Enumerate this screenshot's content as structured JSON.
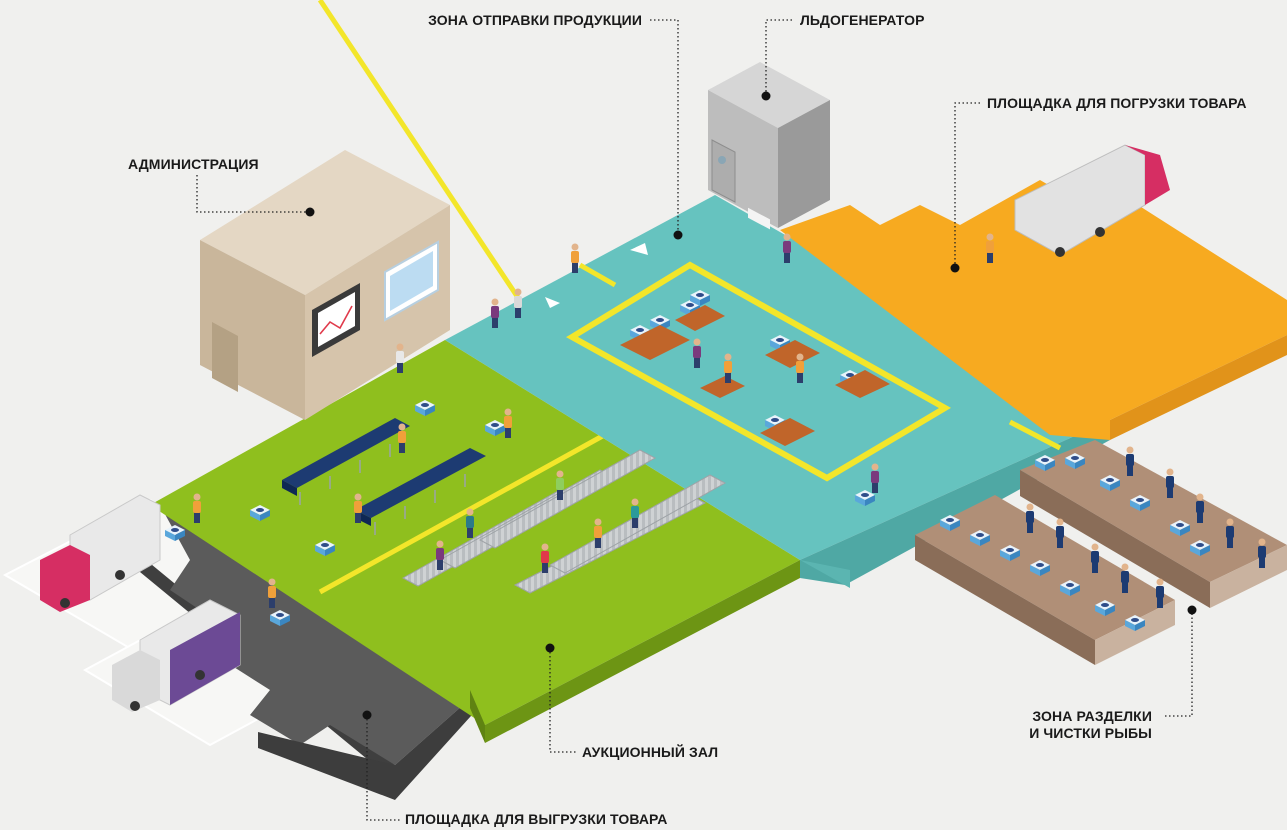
{
  "labels": {
    "shipping_zone": "ЗОНА ОТПРАВКИ ПРОДУКЦИИ",
    "ice_generator": "ЛЬДОГЕНЕРАТОР",
    "loading_area": "ПЛОЩАДКА ДЛЯ ПОГРУЗКИ ТОВАРА",
    "administration": "АДМИНИСТРАЦИЯ",
    "auction_hall": "АУКЦИОННЫЙ ЗАЛ",
    "fish_processing_line1": "ЗОНА РАЗДЕЛКИ",
    "fish_processing_line2": "И ЧИСТКИ РЫБЫ",
    "unloading_area": "ПЛОЩАДКА ДЛЯ ВЫГРУЗКИ ТОВАРА"
  },
  "colors": {
    "background": "#f0f0ee",
    "auction_floor": "#8fbf1e",
    "shipping_floor": "#66c3bf",
    "loading_floor": "#f7aa20",
    "unloading_floor": "#5b5b5b",
    "marking_lines": "#f3e62a",
    "admin_building": "#d6c4ab",
    "ice_generator": "#bdbdbd",
    "processing_tables": "#9d8069"
  }
}
